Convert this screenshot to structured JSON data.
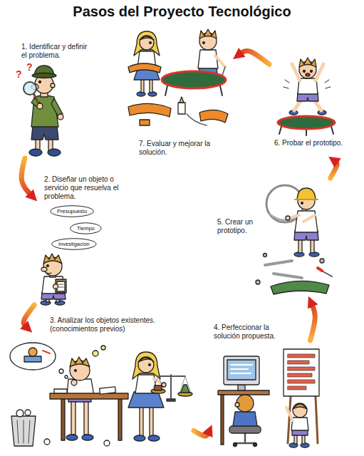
{
  "diagram": {
    "title": "Pasos del Proyecto Tecnológico",
    "nodes": [
      {
        "text": [
          "1. Identificar y definir el problema."
        ]
      },
      {
        "text": [
          "2. Diseñar un objeto o servicio que resuelva el problema."
        ]
      },
      {
        "text": [
          "Presupuesto"
        ],
        "in": 1
      },
      {
        "text": [
          "Tiempo"
        ],
        "in": 1
      },
      {
        "text": [
          "Investigación"
        ],
        "in": 1
      },
      {
        "text": [
          "3. Analizar los objetos existentes. (conocimientos previos)"
        ]
      },
      {
        "text": [
          "4. Perfeccionar la solución propuesta."
        ]
      },
      {
        "text": [
          "5. Crear un prototipo."
        ]
      },
      {
        "text": [
          "6. Probar el prototipo."
        ]
      },
      {
        "text": [
          "7. Evaluar y mejorar la solución."
        ]
      }
    ],
    "edges": [
      {
        "from": 0,
        "to": 1,
        "arrow": "to"
      },
      {
        "from": 1,
        "to": 5,
        "arrow": "to"
      },
      {
        "from": 5,
        "to": 6,
        "arrow": "to"
      },
      {
        "from": 6,
        "to": 7,
        "arrow": "to"
      },
      {
        "from": 7,
        "to": 8,
        "arrow": "to"
      },
      {
        "from": 8,
        "to": 9,
        "arrow": "to"
      }
    ],
    "labels": [
      "?",
      "?"
    ]
  }
}
